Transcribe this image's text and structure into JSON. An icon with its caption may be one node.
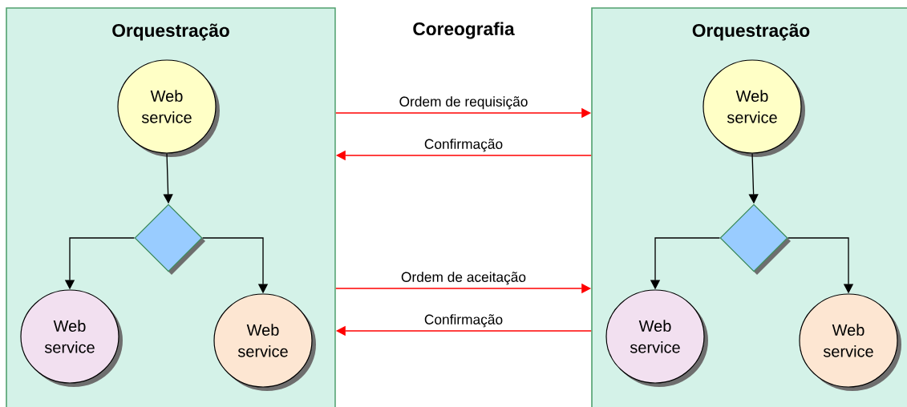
{
  "diagram": {
    "nodes": [
      {
        "text": [
          "Orquestração"
        ]
      },
      {
        "text": [
          "Web service"
        ],
        "in": 0
      },
      {
        "text": [],
        "shape": "diamond",
        "in": 0
      },
      {
        "text": [
          "Web service"
        ],
        "in": 0
      },
      {
        "text": [
          "Web service"
        ],
        "in": 0
      },
      {
        "text": [
          "Orquestração"
        ]
      },
      {
        "text": [
          "Web service"
        ],
        "in": 5
      },
      {
        "text": [],
        "shape": "diamond",
        "in": 5
      },
      {
        "text": [
          "Web service"
        ],
        "in": 5
      },
      {
        "text": [
          "Web service"
        ],
        "in": 5
      }
    ],
    "edges": [
      {
        "from": 1,
        "to": 2,
        "arrow": "to",
        "color": "#000000"
      },
      {
        "from": 2,
        "to": 3,
        "arrow": "to",
        "color": "#000000"
      },
      {
        "from": 2,
        "to": 4,
        "arrow": "to",
        "color": "#000000"
      },
      {
        "from": 6,
        "to": 7,
        "arrow": "to",
        "color": "#000000"
      },
      {
        "from": 7,
        "to": 8,
        "arrow": "to",
        "color": "#000000"
      },
      {
        "from": 7,
        "to": 9,
        "arrow": "to",
        "color": "#000000"
      },
      {
        "from": 0,
        "to": 5,
        "arrow": "to",
        "label": "Ordem de requisição",
        "color": "#ff0000"
      },
      {
        "from": 5,
        "to": 0,
        "arrow": "to",
        "label": "Confirmação",
        "color": "#ff0000"
      },
      {
        "from": 0,
        "to": 5,
        "arrow": "to",
        "label": "Ordem de aceitação",
        "color": "#ff0000"
      },
      {
        "from": 5,
        "to": 0,
        "arrow": "to",
        "label": "Confirmação",
        "color": "#ff0000"
      }
    ],
    "labels": [
      "Coreografia"
    ]
  }
}
